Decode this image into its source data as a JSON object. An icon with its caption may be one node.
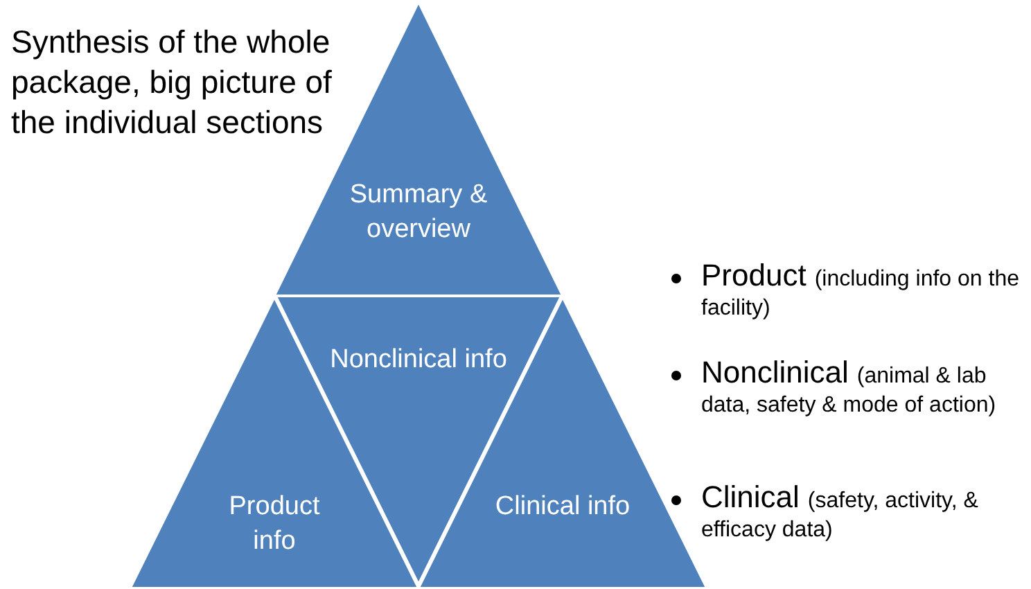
{
  "diagram": {
    "nodes": [
      {
        "text": [
          "Summary & overview"
        ]
      },
      {
        "text": [
          "Nonclinical info"
        ]
      },
      {
        "text": [
          "Product info"
        ]
      },
      {
        "text": [
          "Clinical info"
        ]
      }
    ],
    "labels": [
      "Synthesis of the whole package, big picture of the individual sections",
      "Product",
      "(including info on the facility)",
      "Nonclinical",
      "(animal & lab data, safety & mode of action)",
      "Clinical",
      "(safety, activity, & efficacy data)"
    ]
  }
}
